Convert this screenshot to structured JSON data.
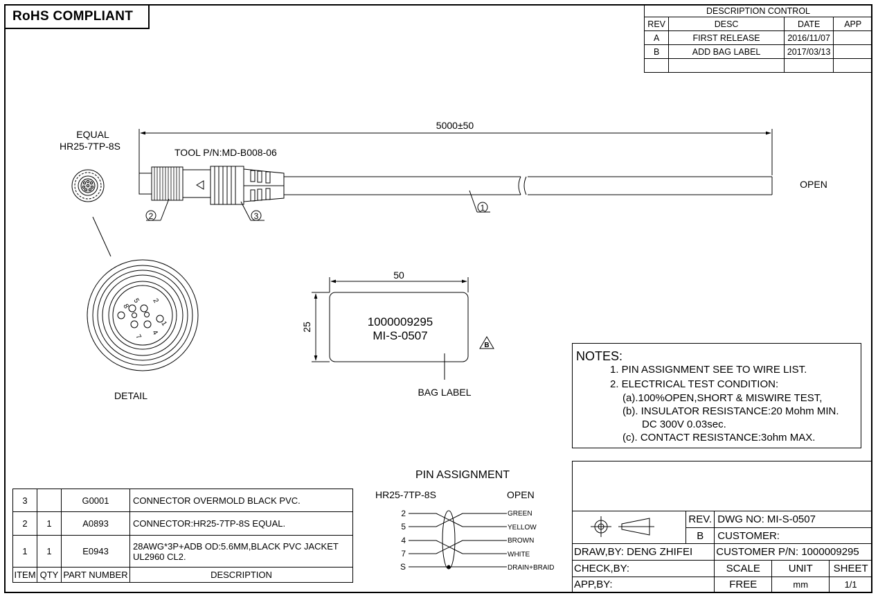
{
  "header": {
    "rohs": "RoHS COMPLIANT"
  },
  "revision": {
    "title": "DESCRIPTION  CONTROL",
    "columns": [
      "REV",
      "DESC",
      "DATE",
      "APP"
    ],
    "rows": [
      {
        "rev": "A",
        "desc": "FIRST RELEASE",
        "date": "2016/11/07",
        "app": ""
      },
      {
        "rev": "B",
        "desc": "ADD BAG LABEL",
        "date": "2017/03/13",
        "app": ""
      },
      {
        "rev": "",
        "desc": "",
        "date": "",
        "app": ""
      }
    ]
  },
  "cable": {
    "length": "5000±50",
    "connector_equal": "EQUAL",
    "connector_pn": "HR25-7TP-8S",
    "tool_pn": "TOOL P/N:MD-B008-06",
    "open": "OPEN",
    "balloons": [
      "1",
      "2",
      "3"
    ]
  },
  "detail": {
    "label": "DETAIL",
    "pins": [
      "1",
      "2",
      "4",
      "5",
      "7",
      "8"
    ]
  },
  "bag_label": {
    "width": "50",
    "height": "25",
    "line1": "1000009295",
    "line2": "MI-S-0507",
    "caption": "BAG LABEL",
    "rev_mark": "B"
  },
  "notes": {
    "title": "NOTES:",
    "lines": [
      "1. PIN ASSIGNMENT SEE TO WIRE LIST.",
      "2. ELECTRICAL TEST CONDITION:",
      "(a).100%OPEN,SHORT & MISWIRE TEST,",
      "(b). INSULATOR RESISTANCE:20 Mohm MIN.",
      "DC 300V 0.03sec.",
      "(c). CONTACT RESISTANCE:3ohm MAX."
    ]
  },
  "pin_assignment": {
    "title": "PIN   ASSIGNMENT",
    "left_header": "HR25-7TP-8S",
    "right_header": "OPEN",
    "left_pins": [
      "2",
      "5",
      "4",
      "7",
      "S"
    ],
    "right_colors": [
      "GREEN",
      "YELLOW",
      "BROWN",
      "WHITE",
      "DRAIN+BRAID"
    ]
  },
  "bom": {
    "headers": [
      "ITEM",
      "QTY",
      "PART NUMBER",
      "DESCRIPTION"
    ],
    "rows": [
      {
        "item": "3",
        "qty": "",
        "pn": "G0001",
        "desc": "CONNECTOR OVERMOLD BLACK PVC.",
        "desc2": ""
      },
      {
        "item": "2",
        "qty": "1",
        "pn": "A0893",
        "desc": "CONNECTOR:HR25-7TP-8S EQUAL.",
        "desc2": ""
      },
      {
        "item": "1",
        "qty": "1",
        "pn": "E0943",
        "desc": "28AWG*3P+ADB OD:5.6MM,BLACK PVC JACKET",
        "desc2": "UL2960 CL2."
      }
    ]
  },
  "title_block": {
    "rev_label": "REV.",
    "rev_value": "B",
    "dwg_no": "DWG NO:   MI-S-0507",
    "customer": "CUSTOMER:",
    "draw_by": "DRAW,BY:  DENG ZHIFEI",
    "customer_pn": "CUSTOMER P/N: 1000009295",
    "check_by": "CHECK,BY:",
    "scale_label": "SCALE",
    "unit_label": "UNIT",
    "sheet_label": "SHEET",
    "app_by": "APP,BY:",
    "scale_value": "FREE",
    "unit_value": "mm",
    "sheet_value": "1/1"
  }
}
